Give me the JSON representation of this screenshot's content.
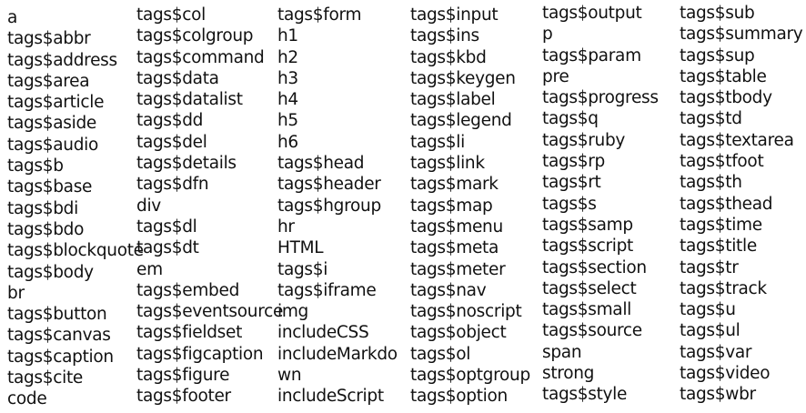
{
  "columns": [
    [
      "a",
      "tags$abbr",
      "tags$address",
      "tags$area",
      "tags$article",
      "tags$aside",
      "tags$audio",
      "tags$b",
      "tags$base",
      "tags$bdi",
      "tags$bdo",
      "tags$blockquote",
      "tags$body",
      "br",
      "tags$button",
      "tags$canvas",
      "tags$caption",
      "tags$cite",
      "code"
    ],
    [
      "tags$col",
      "tags$colgroup",
      "tags$command",
      "tags$data",
      "tags$datalist",
      "tags$dd",
      "tags$del",
      "tags$details",
      "tags$dfn",
      "div",
      "tags$dl",
      "tags$dt",
      "em",
      "tags$embed",
      "tags$eventsource",
      "tags$fieldset",
      "tags$figcaption",
      "tags$figure",
      "tags$footer"
    ],
    [
      "tags$form",
      "h1",
      "h2",
      "h3",
      "h4",
      "h5",
      "h6",
      "tags$head",
      "tags$header",
      "tags$hgroup",
      "hr",
      "HTML",
      "tags$i",
      "tags$iframe",
      "img",
      "includeCSS",
      "includeMarkdo",
      "wn",
      "includeScript"
    ],
    [
      "tags$input",
      "tags$ins",
      "tags$kbd",
      "tags$keygen",
      "tags$label",
      "tags$legend",
      "tags$li",
      "tags$link",
      "tags$mark",
      "tags$map",
      "tags$menu",
      "tags$meta",
      "tags$meter",
      "tags$nav",
      "tags$noscript",
      "tags$object",
      "tags$ol",
      "tags$optgroup",
      "tags$option"
    ],
    [
      "tags$output",
      "p",
      "tags$param",
      "pre",
      "tags$progress",
      "tags$q",
      "tags$ruby",
      "tags$rp",
      "tags$rt",
      "tags$s",
      "tags$samp",
      "tags$script",
      "tags$section",
      "tags$select",
      "tags$small",
      "tags$source",
      "span",
      "strong",
      "tags$style"
    ],
    [
      "tags$sub",
      "tags$summary",
      "tags$sup",
      "tags$table",
      "tags$tbody",
      "tags$td",
      "tags$textarea",
      "tags$tfoot",
      "tags$th",
      "tags$thead",
      "tags$time",
      "tags$title",
      "tags$tr",
      "tags$track",
      "tags$u",
      "tags$ul",
      "tags$var",
      "tags$video",
      "tags$wbr"
    ]
  ]
}
